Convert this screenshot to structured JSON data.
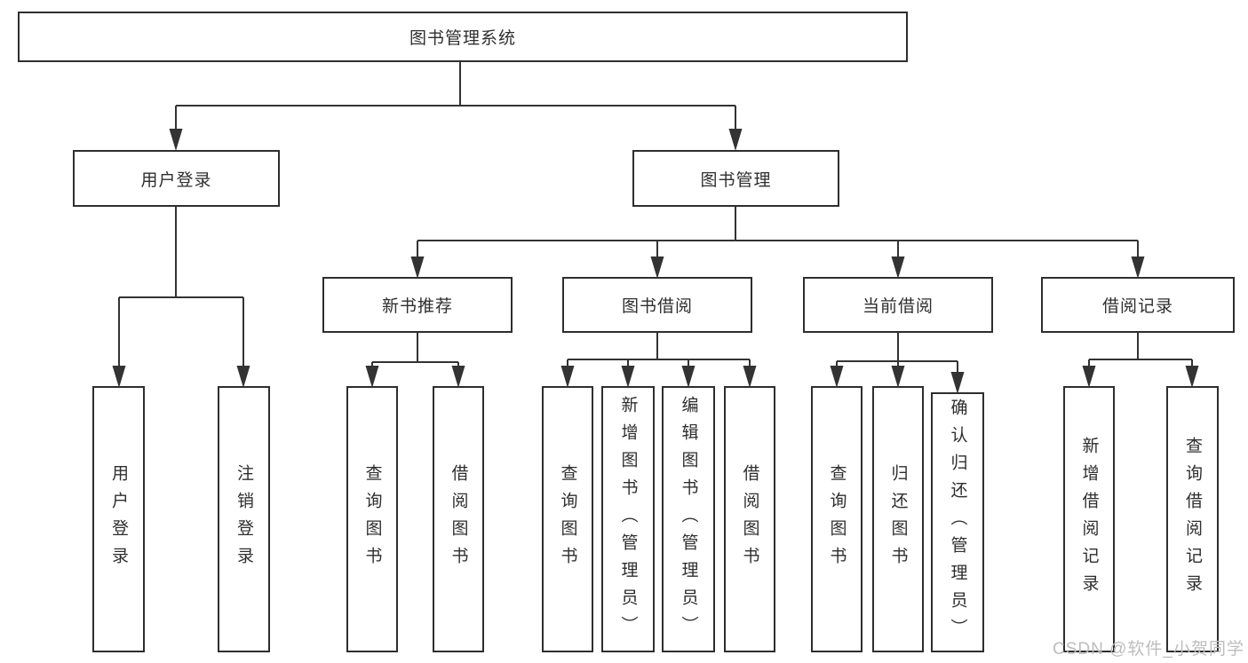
{
  "watermark": "CSDN @软件_小贺同学",
  "colors": {
    "line": "#333333",
    "border": "#2e2e2e",
    "text": "#2e2e2e",
    "watermark": "#bdbdbd"
  },
  "tree": {
    "root": "图书管理系统",
    "login": {
      "label": "用户登录",
      "children": [
        "用户登录",
        "注销登录"
      ]
    },
    "mgmt": {
      "label": "图书管理",
      "groups": [
        {
          "label": "新书推荐",
          "children": [
            "查询图书",
            "借阅图书"
          ]
        },
        {
          "label": "图书借阅",
          "children": [
            "查询图书",
            "新增图书（管理员）",
            "编辑图书（管理员）",
            "借阅图书"
          ]
        },
        {
          "label": "当前借阅",
          "children": [
            "查询图书",
            "归还图书",
            "确认归还（管理员）"
          ]
        },
        {
          "label": "借阅记录",
          "children": [
            "新增借阅记录",
            "查询借阅记录"
          ]
        }
      ]
    }
  }
}
